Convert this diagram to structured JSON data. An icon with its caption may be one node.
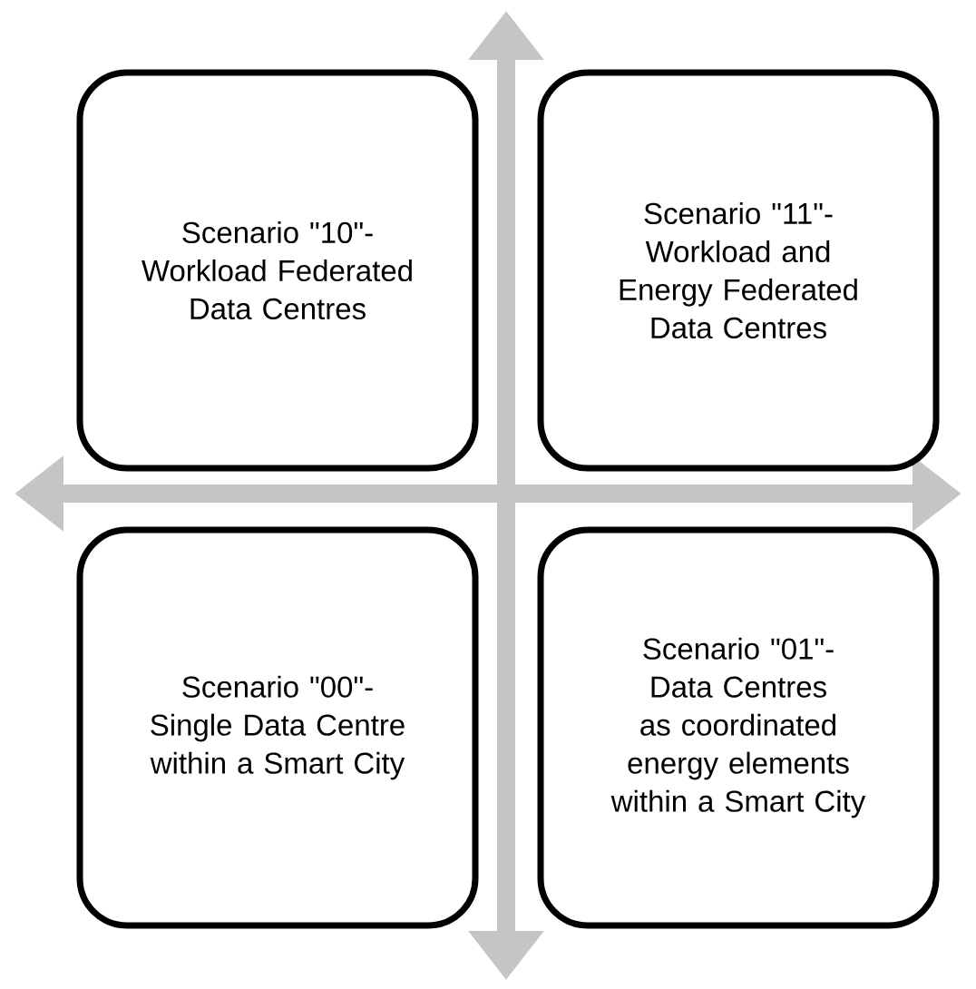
{
  "diagram": {
    "nodes": [
      {
        "text": [
          "Scenario \"10\"- Workload Federated Data Centres"
        ]
      },
      {
        "text": [
          "Scenario \"11\"- Workload and Energy Federated Data Centres"
        ]
      },
      {
        "text": [
          "Scenario \"00\"- Single Data Centre within a Smart City"
        ]
      },
      {
        "text": [
          "Scenario \"01\"- Data Centres as coordinated energy elements within a Smart City"
        ]
      }
    ]
  }
}
